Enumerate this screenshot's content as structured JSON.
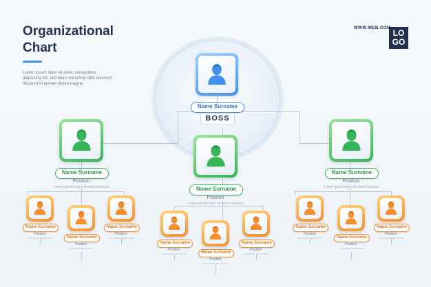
{
  "header": {
    "title": "Organizational Chart",
    "intro": "Lorem ipsum dolor sit amet, consectetur adipiscing elit, sed diam nonummy nibh euismod tincidunt ut laoreet dolore magna"
  },
  "brand": {
    "site_url": "WWW.WEB.COM",
    "logo_top": "LO",
    "logo_bottom": "GO"
  },
  "colors": {
    "boss": "#3e8ff0",
    "manager": "#36b558",
    "staff": "#f38f2e",
    "text_dark": "#23304f"
  },
  "icons": {
    "person": "person-avatar-icon",
    "logo": "logo-mark"
  },
  "boss": {
    "name": "Name Surname",
    "role": "BOSS"
  },
  "managers": [
    {
      "name": "Name Surname",
      "position": "Position",
      "description": "Lorem ipsum dolor sit amet consectetur"
    },
    {
      "name": "Name Surname",
      "position": "Position",
      "description": "Lorem ipsum dolor sit amet consectetur"
    },
    {
      "name": "Name Surname",
      "position": "Position",
      "description": "Lorem ipsum dolor sit amet consectetur"
    }
  ],
  "staff": [
    {
      "name": "Name Surname",
      "position": "Position",
      "description": "Lorem ipsum dolor sit amet"
    },
    {
      "name": "Name Surname",
      "position": "Position",
      "description": "Lorem ipsum dolor sit amet"
    },
    {
      "name": "Name Surname",
      "position": "Position",
      "description": "Lorem ipsum dolor sit amet"
    },
    {
      "name": "Name Surname",
      "position": "Position",
      "description": "Lorem ipsum dolor sit amet"
    },
    {
      "name": "Name Surname",
      "position": "Position",
      "description": "Lorem ipsum dolor sit amet"
    },
    {
      "name": "Name Surname",
      "position": "Position",
      "description": "Lorem ipsum dolor sit amet"
    },
    {
      "name": "Name Surname",
      "position": "Position",
      "description": "Lorem ipsum dolor sit amet"
    },
    {
      "name": "Name Surname",
      "position": "Position",
      "description": "Lorem ipsum dolor sit amet"
    },
    {
      "name": "Name Surname",
      "position": "Position",
      "description": "Lorem ipsum dolor sit amet"
    }
  ]
}
